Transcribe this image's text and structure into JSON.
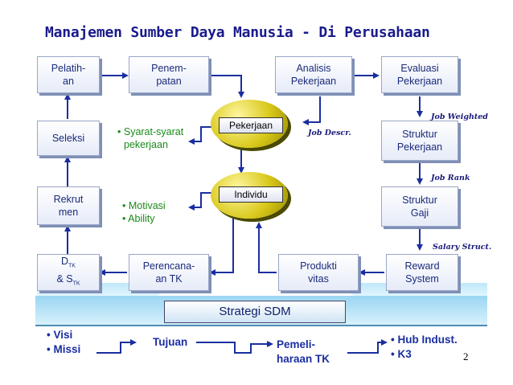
{
  "title": "Manajemen Sumber Daya Manusia - Di Perusahaan",
  "boxes": {
    "pelatihan": "Pelatih-\nan",
    "penempatan": "Penem-\npatan",
    "analisis": "Analisis\nPekerjaan",
    "evaluasi": "Evaluasi\nPekerjaan",
    "seleksi": "Seleksi",
    "struktur_pekerjaan": "Struktur\nPekerjaan",
    "rekrutmen": "Rekrut\nmen",
    "struktur_gaji": "Struktur\nGaji",
    "dtk": "D",
    "dtk_sub": "TK",
    "stk_prefix": "&  S",
    "stk_sub": "TK",
    "perencanaan": "Perencana-\nan TK",
    "produktivitas": "Produkti\nvitas",
    "reward": "Reward\nSystem"
  },
  "ellipses": {
    "pekerjaan": "Pekerjaan",
    "individu": "Individu"
  },
  "notes": {
    "syarat_1": "Syarat-syarat",
    "syarat_2": "pekerjaan",
    "motivasi": "Motivasi",
    "ability": "Ability"
  },
  "arrow_labels": {
    "job_descr": "Job Descr.",
    "job_weighted": "Job Weighted",
    "job_rank": "Job Rank",
    "salary_struct": "Salary Struct."
  },
  "strategy": "Strategi SDM",
  "bottom": {
    "visi": "Visi",
    "missi": "Missi",
    "tujuan": "Tujuan",
    "pemeliharaan_1": "Pemeli-",
    "pemeliharaan_2": "haraan TK",
    "hub_indust": "Hub Indust.",
    "k3": "K3"
  },
  "page_number": "2",
  "colors": {
    "title": "#1a1a8c",
    "arrow": "#1a2ea0",
    "note_green": "#1a8a1a",
    "ellipse_fill": "#d9c81a",
    "band": "#9ad6f2"
  }
}
